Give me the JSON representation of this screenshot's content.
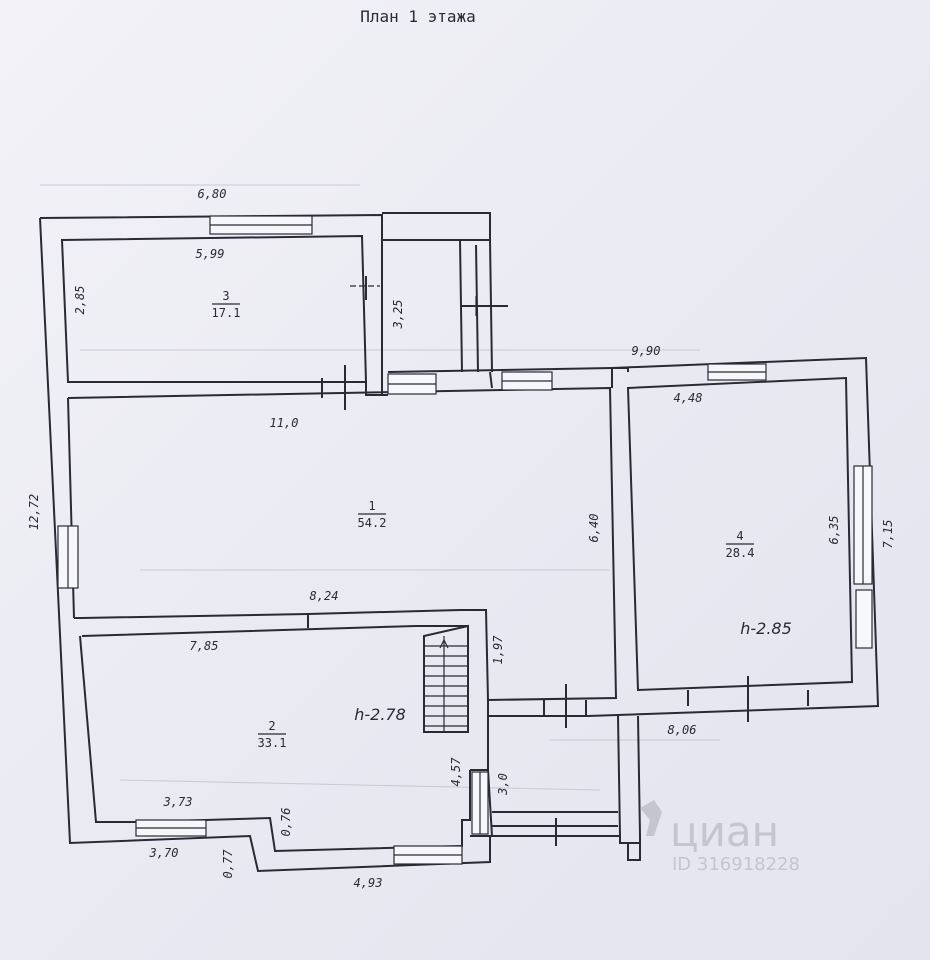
{
  "title": "План 1 этажа",
  "rooms": [
    {
      "number": "1",
      "area": "54.2"
    },
    {
      "number": "2",
      "area": "33.1"
    },
    {
      "number": "3",
      "area": "17.1"
    },
    {
      "number": "4",
      "area": "28.4"
    }
  ],
  "heights": {
    "room2": "h-2.78",
    "room4": "h-2.85"
  },
  "dimensions": {
    "top_outer": "6,80",
    "top_inner_3": "5,99",
    "left_3": "2,85",
    "right_3": "3,25",
    "top_annex": "9,90",
    "room1_width": "11,0",
    "room1_height": "6,40",
    "room4_width": "4,48",
    "room4_height": "6,35",
    "right_outer": "7,15",
    "left_outer": "12,72",
    "room2_top": "8,24",
    "room2_width": "7,85",
    "stair_gap": "1,97",
    "room4_bottom": "8,06",
    "room2_bottom_left": "3,73",
    "bottom_left_outer": "3,70",
    "step_076": "0,76",
    "step_077": "0,77",
    "bottom_mid": "4,93",
    "porch_457": "4,57",
    "porch_30": "3,0"
  },
  "watermark": {
    "brand": "циан",
    "id": "ID 316918228"
  }
}
